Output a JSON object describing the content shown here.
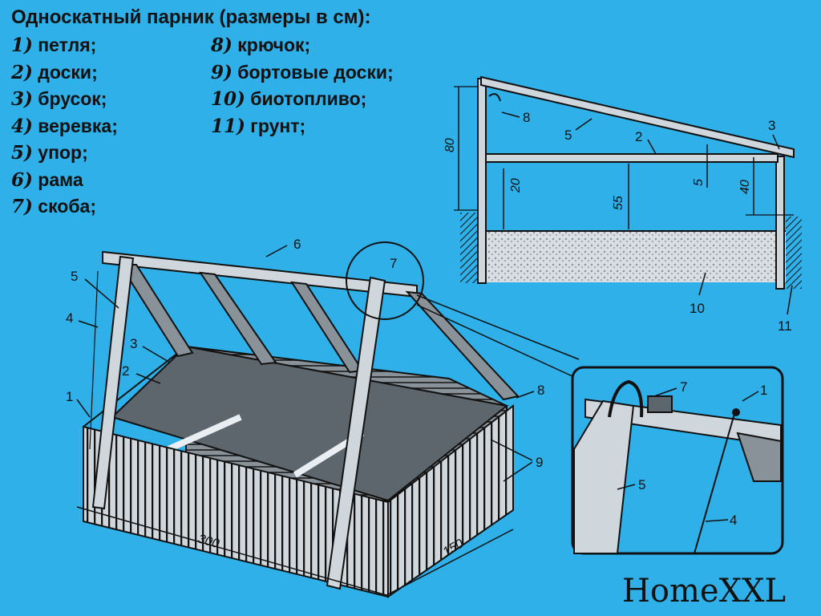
{
  "title": "Односкатный парник (размеры в см):",
  "legend_left": [
    {
      "num": "1)",
      "label": "петля;"
    },
    {
      "num": "2)",
      "label": "доски;"
    },
    {
      "num": "3)",
      "label": "брусок;"
    },
    {
      "num": "4)",
      "label": "веревка;"
    },
    {
      "num": "5)",
      "label": "упор;"
    },
    {
      "num": "6)",
      "label": "рама"
    },
    {
      "num": "7)",
      "label": "скоба;"
    }
  ],
  "legend_right": [
    {
      "num": "8)",
      "label": "крючок;"
    },
    {
      "num": "9)",
      "label": "бортовые доски;"
    },
    {
      "num": "10)",
      "label": "биотопливо;"
    },
    {
      "num": "11)",
      "label": "грунт;"
    }
  ],
  "section_callouts": {
    "c8": "8",
    "c5": "5",
    "c2": "2",
    "c3": "3",
    "c10": "10",
    "c11": "11"
  },
  "section_dims": {
    "d80": "80",
    "d20": "20",
    "d55": "55",
    "d5": "5",
    "d40": "40"
  },
  "iso_callouts": {
    "c6": "6",
    "c7": "7",
    "c5": "5",
    "c4": "4",
    "c3": "3",
    "c2": "2",
    "c1": "1",
    "c8": "8",
    "c9": "9"
  },
  "iso_dims": {
    "d300": "300",
    "d150": "150"
  },
  "detail_callouts": {
    "c7": "7",
    "c1": "1",
    "c5": "5",
    "c4": "4"
  },
  "brand": "HomeXXL",
  "colors": {
    "background": "#2fb0e8",
    "ink": "#111111",
    "soil": "#d8dde2"
  }
}
